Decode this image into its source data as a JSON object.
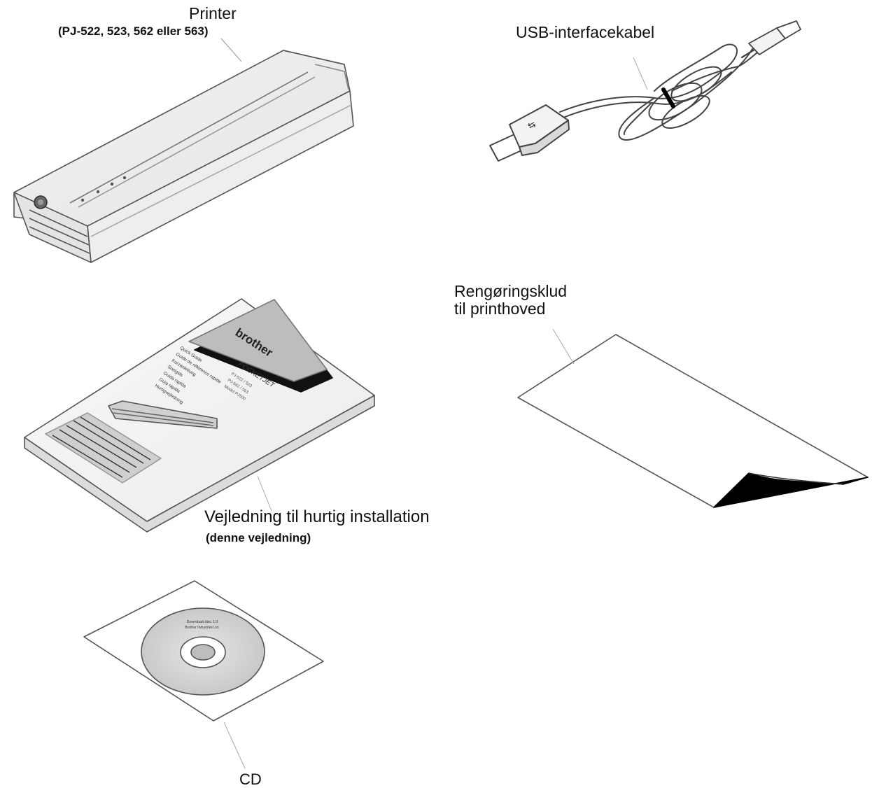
{
  "items": {
    "printer": {
      "label": "Printer",
      "models": "(PJ-522, 523, 562 eller 563)"
    },
    "usb_cable": {
      "label": "USB-interfacekabel"
    },
    "cleaning_cloth": {
      "line1": "Rengøringsklud",
      "line2": "til printhoved"
    },
    "quick_guide": {
      "label": "Vejledning til hurtig installation",
      "note": "(denne vejledning)"
    },
    "cd": {
      "label": "CD"
    }
  },
  "booklet_cover": {
    "brand": "brother",
    "product": "POCKETJET",
    "models": [
      "PJ-522 / 523",
      "PJ-562 / 563",
      "Model PJ500"
    ],
    "languages": [
      "Quick Guide",
      "Guide de référence rapide",
      "Kurzanleitung",
      "Snelgids",
      "Guida rapida",
      "Guía rápida",
      "Hurtigvejledning"
    ]
  },
  "cd_disc": {
    "line1": "Download disc 1.0",
    "line2": "Brother Industries Ltd."
  }
}
